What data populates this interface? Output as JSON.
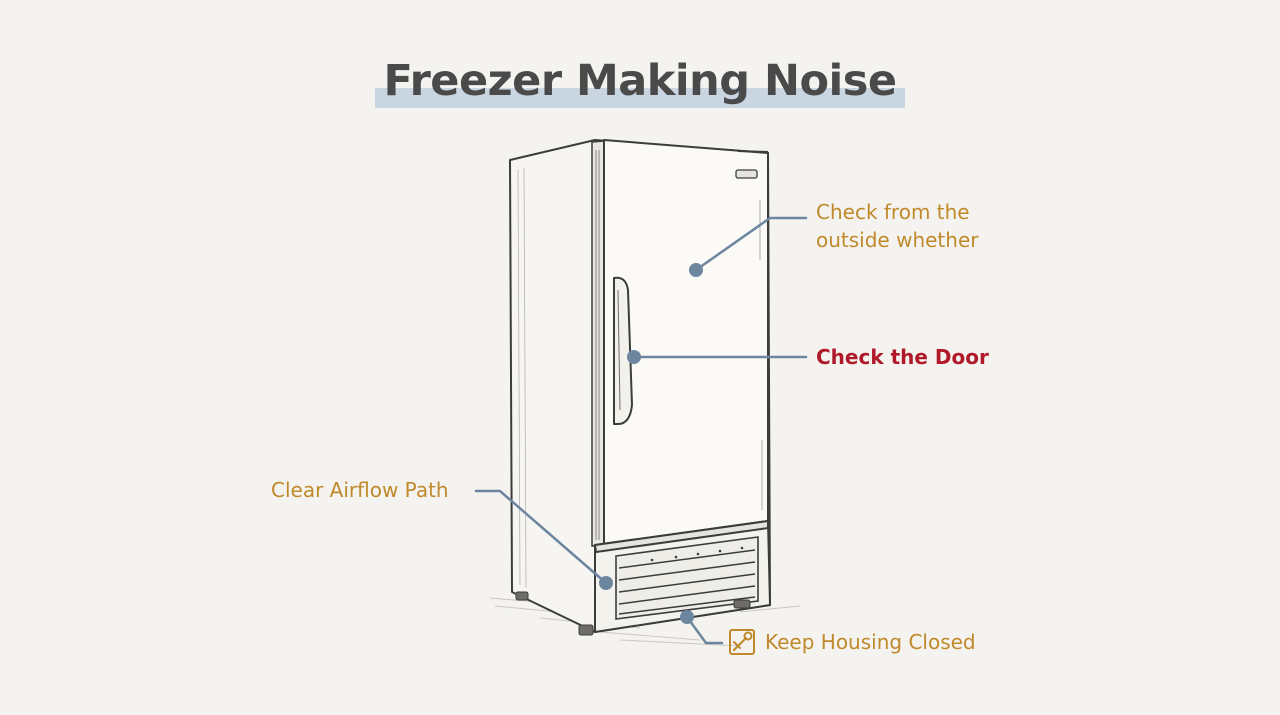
{
  "title": "Freezer Making Noise",
  "colors": {
    "background": "#f4f3ef",
    "title_text": "#4a4a4a",
    "title_highlight": "#c9d5e0",
    "label_gold": "#c0892b",
    "label_red": "#b0192a",
    "leader_line": "#6d86a0",
    "outline": "#3c3c3c"
  },
  "callouts": {
    "outside_check": {
      "line1": "Check from the",
      "line2": "outside whether"
    },
    "door": {
      "label": "Check the Door"
    },
    "airflow": {
      "label": "Clear Airflow Path"
    },
    "housing": {
      "label": "Keep Housing Closed",
      "icon": "wrench-box-icon"
    }
  }
}
